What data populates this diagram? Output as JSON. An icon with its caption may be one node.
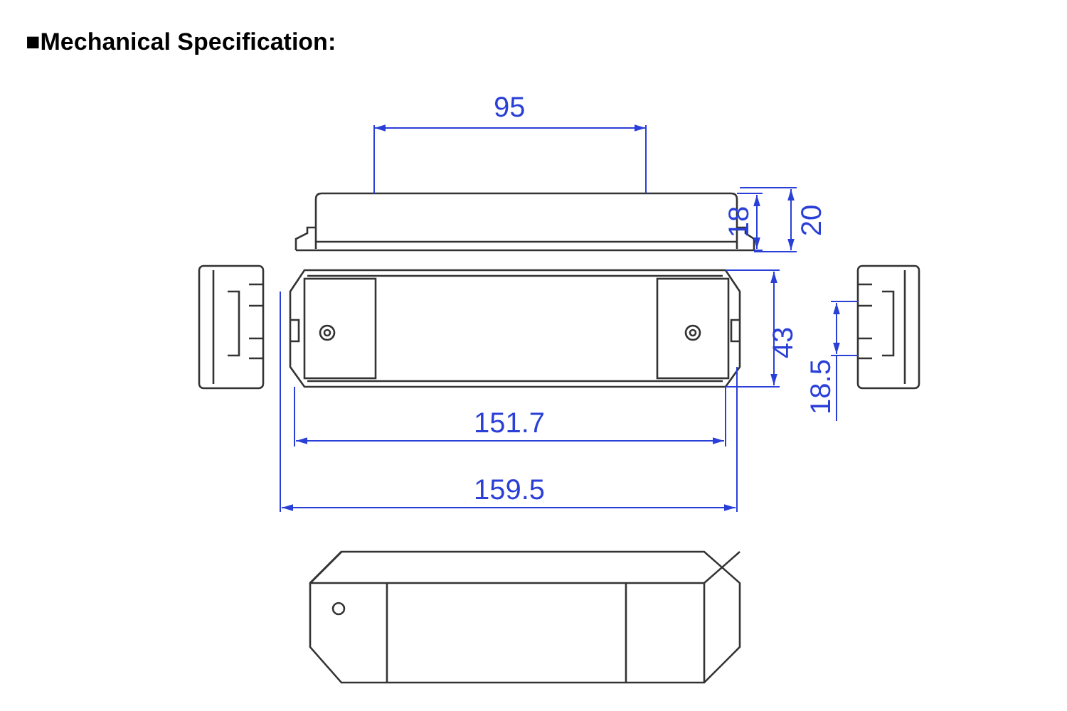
{
  "diagram": {
    "title": "■Mechanical Specification:",
    "labels": [
      "95",
      "18",
      "20",
      "43",
      "18.5",
      "151.7",
      "159.5"
    ]
  }
}
